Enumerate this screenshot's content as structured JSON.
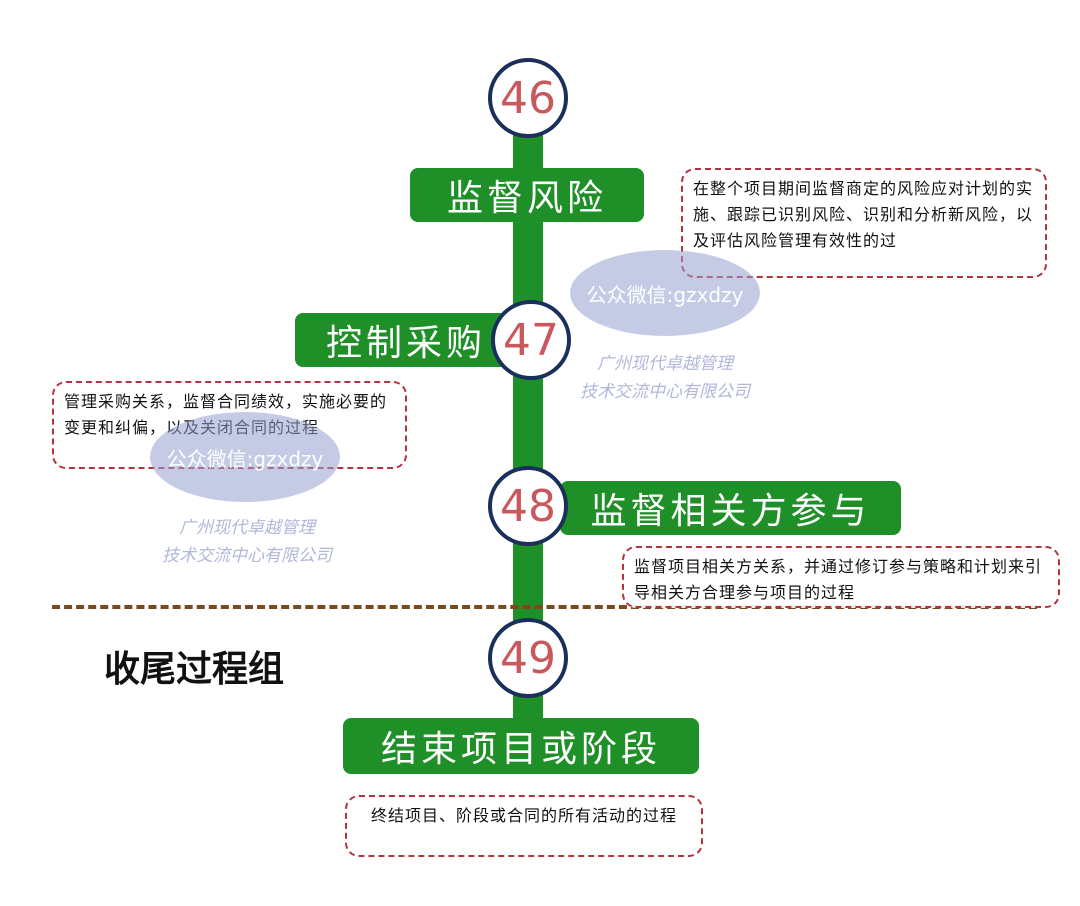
{
  "section_label": "收尾过程组",
  "processes": [
    {
      "number": "46",
      "title": "监督风险",
      "description": "在整个项目期间监督商定的风险应对计划的实施、跟踪已识别风险、识别和分析新风险，以及评估风险管理有效性的过"
    },
    {
      "number": "47",
      "title": "控制采购",
      "description": "管理采购关系，监督合同绩效，实施必要的变更和纠偏，以及关闭合同的过程"
    },
    {
      "number": "48",
      "title": "监督相关方参与",
      "description": "监督项目相关方关系，并通过修订参与策略和计划来引导相关方合理参与项目的过程"
    },
    {
      "number": "49",
      "title": "结束项目或阶段",
      "description": "终结项目、阶段或合同的所有活动的过程"
    }
  ],
  "watermark": {
    "handle": "公众微信:gzxdzy",
    "company_line1": "广州现代卓越管理",
    "company_line2": "技术交流中心有限公司"
  },
  "colors": {
    "accent_green": "#1f8f27",
    "circle_border": "#1b2f5c",
    "number_red": "#c9585c",
    "note_border": "#b3343c"
  }
}
